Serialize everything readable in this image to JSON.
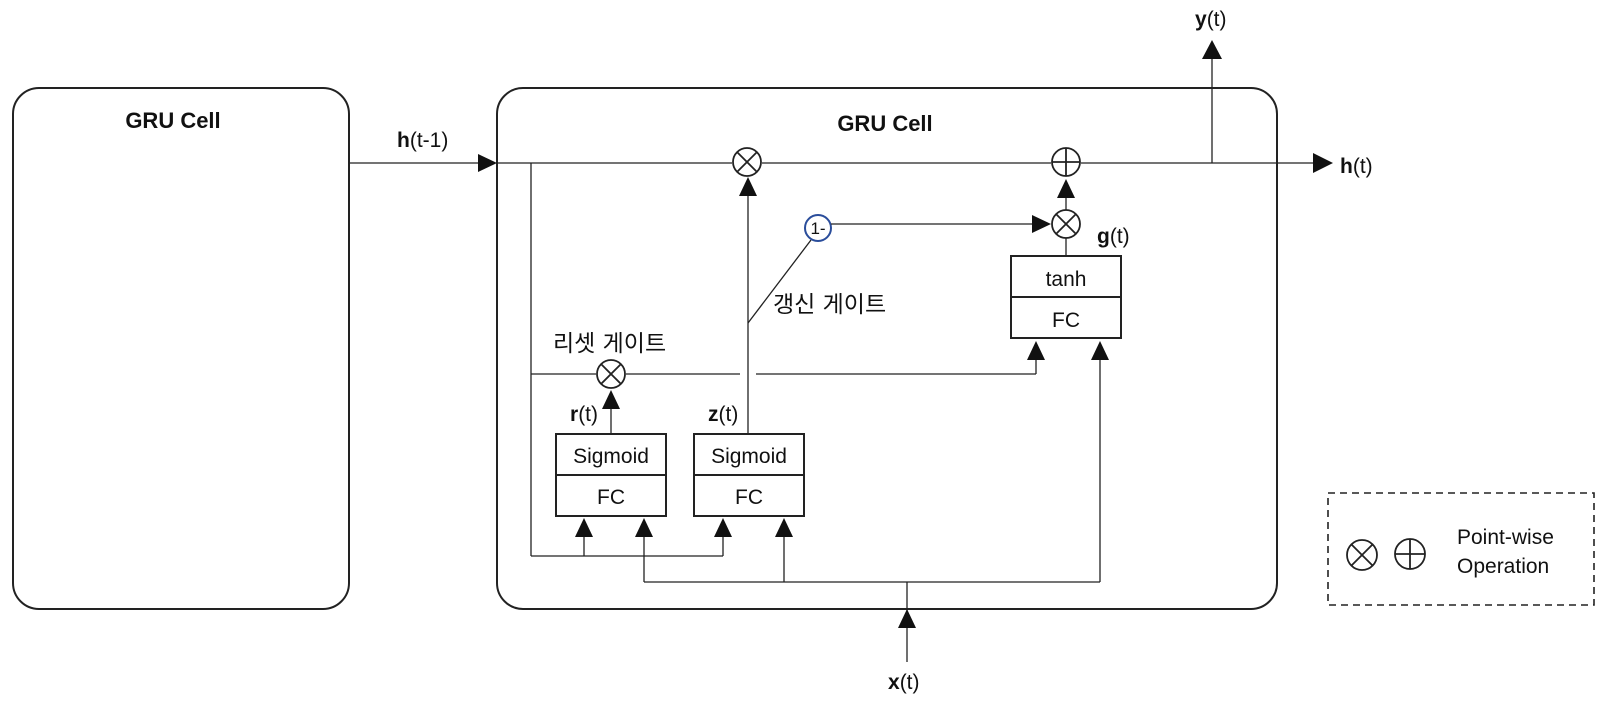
{
  "cells": {
    "left_title": "GRU Cell",
    "main_title": "GRU Cell"
  },
  "signals": {
    "h_prev": {
      "sym": "h",
      "arg": "(t-1)"
    },
    "h_out": {
      "sym": "h",
      "arg": "(t)"
    },
    "y_out": {
      "sym": "y",
      "arg": "(t)"
    },
    "x_in": {
      "sym": "x",
      "arg": "(t)"
    },
    "r": {
      "sym": "r",
      "arg": "(t)"
    },
    "z": {
      "sym": "z",
      "arg": "(t)"
    },
    "g": {
      "sym": "g",
      "arg": "(t)"
    }
  },
  "boxes": {
    "reset": {
      "top": "Sigmoid",
      "bottom": "FC"
    },
    "update": {
      "top": "Sigmoid",
      "bottom": "FC"
    },
    "candidate": {
      "top": "tanh",
      "bottom": "FC"
    }
  },
  "one_minus": "1-",
  "gate_labels": {
    "reset": "리셋 게이트",
    "update": "갱신 게이트"
  },
  "legend": {
    "line1": "Point-wise",
    "line2": "Operation"
  }
}
